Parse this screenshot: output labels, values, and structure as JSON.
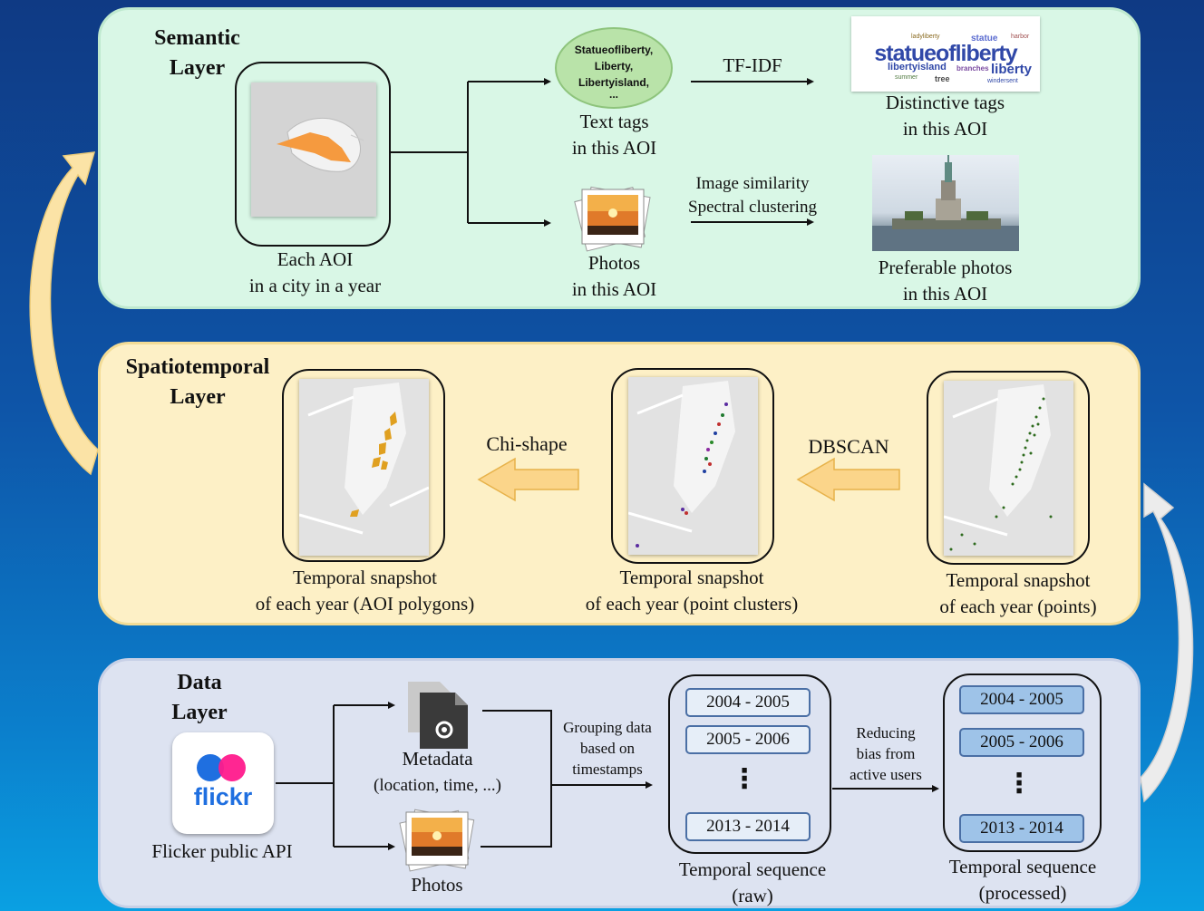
{
  "colors": {
    "semantic_bg": "#d9f7e6",
    "spatio_bg": "#fdf0c6",
    "data_bg": "#dde3f1",
    "arrow_fill": "#fbd58a",
    "aoi_orange": "#f59a3f"
  },
  "semantic": {
    "title_line1": "Semantic",
    "title_line2": "Layer",
    "aoi_caption_1": "Each AOI",
    "aoi_caption_2": "in a city in a year",
    "tags_bubble": [
      "Statueofliberty,",
      "Liberty,",
      "Libertyisland,",
      "..."
    ],
    "text_tags_1": "Text tags",
    "text_tags_2": "in this AOI",
    "photos_1": "Photos",
    "photos_2": "in this AOI",
    "tfidf": "TF-IDF",
    "similarity_1": "Image similarity",
    "similarity_2": "Spectral clustering",
    "distinct_1": "Distinctive tags",
    "distinct_2": "in this AOI",
    "preferable_1": "Preferable photos",
    "preferable_2": "in this AOI",
    "wordcloud_main": "statueofliberty",
    "wordcloud_words": [
      "statueofliberty",
      "liberty",
      "libertyisland",
      "statue",
      "tree",
      "branches",
      "harbor",
      "summer",
      "ladyliberty",
      "windersent"
    ]
  },
  "spatio": {
    "title_line1": "Spatiotemporal",
    "title_line2": "Layer",
    "chishape": "Chi-shape",
    "dbscan": "DBSCAN",
    "polygons_1": "Temporal snapshot",
    "polygons_2": "of each year (AOI polygons)",
    "clusters_1": "Temporal snapshot",
    "clusters_2": "of each year (point clusters)",
    "points_1": "Temporal snapshot",
    "points_2": "of each year (points)"
  },
  "datalayer": {
    "title_line1": "Data",
    "title_line2": "Layer",
    "flickr_logo": "flickr",
    "flickr_caption": "Flicker public API",
    "metadata_1": "Metadata",
    "metadata_2": "(location, time, ...)",
    "photos": "Photos",
    "grouping_1": "Grouping data",
    "grouping_2": "based on",
    "grouping_3": "timestamps",
    "reducing_1": "Reducing",
    "reducing_2": "bias from",
    "reducing_3": "active users",
    "raw_years": [
      "2004 - 2005",
      "2005 - 2006",
      "2013 - 2014"
    ],
    "proc_years": [
      "2004 - 2005",
      "2005 - 2006",
      "2013 - 2014"
    ],
    "ellipsis": "⋮",
    "raw_caption_1": "Temporal sequence",
    "raw_caption_2": "(raw)",
    "proc_caption_1": "Temporal sequence",
    "proc_caption_2": "(processed)"
  }
}
